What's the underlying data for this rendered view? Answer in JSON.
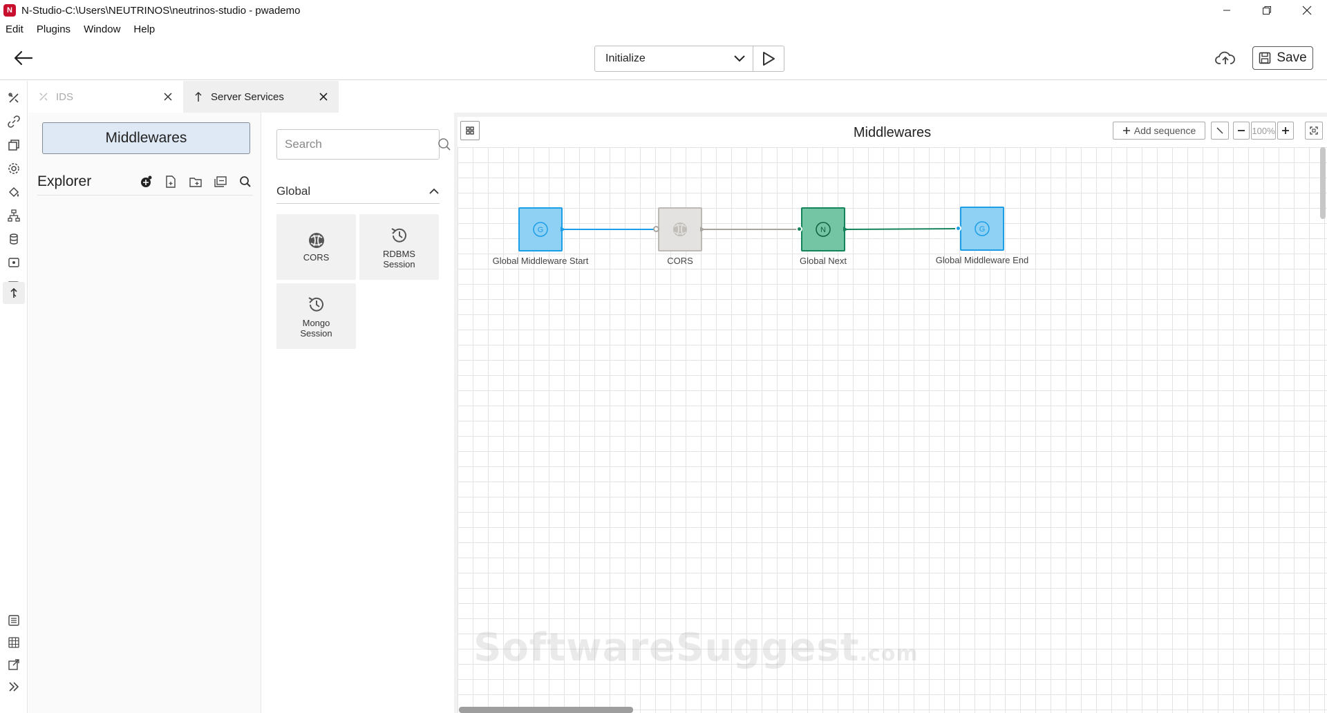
{
  "window": {
    "title": "N-Studio-C:\\Users\\NEUTRINOS\\neutrinos-studio - pwademo",
    "logo_text": "N",
    "controls": {
      "minimize": "—",
      "restore": "❐",
      "close": "✕"
    }
  },
  "menu": [
    "Edit",
    "Plugins",
    "Window",
    "Help"
  ],
  "toolbar": {
    "init_select_value": "Initialize",
    "save_label": "Save"
  },
  "tabs": [
    {
      "label": "IDS",
      "active": false
    },
    {
      "label": "Server Services",
      "active": true
    }
  ],
  "explorer": {
    "middlewares_button": "Middlewares",
    "title": "Explorer"
  },
  "palette": {
    "search_placeholder": "Search",
    "group_title": "Global",
    "items": [
      {
        "label": "CORS",
        "icon": "cors-icon"
      },
      {
        "label": "RDBMS\nSession",
        "icon": "history-icon"
      },
      {
        "label": "Mongo\nSession",
        "icon": "history-icon"
      }
    ]
  },
  "canvas": {
    "title": "Middlewares",
    "add_sequence_label": "Add sequence",
    "zoom_level": "100%",
    "nodes": [
      {
        "label": "Global Middleware Start",
        "type": "global",
        "color": "#1b9ee6",
        "glyph": "G"
      },
      {
        "label": "CORS",
        "type": "cors",
        "color": "#bdb9b5"
      },
      {
        "label": "Global Next",
        "type": "next",
        "color": "#15835a",
        "glyph": "N"
      },
      {
        "label": "Global Middleware End",
        "type": "global",
        "color": "#1b9ee6",
        "glyph": "G"
      }
    ]
  },
  "watermark": {
    "main": "SoftwareSuggest",
    "suffix": ".com"
  },
  "colors": {
    "accent_blue": "#1b9ee6",
    "node_green": "#15835a",
    "middlewares_btn_bg": "#dfe9f5"
  }
}
